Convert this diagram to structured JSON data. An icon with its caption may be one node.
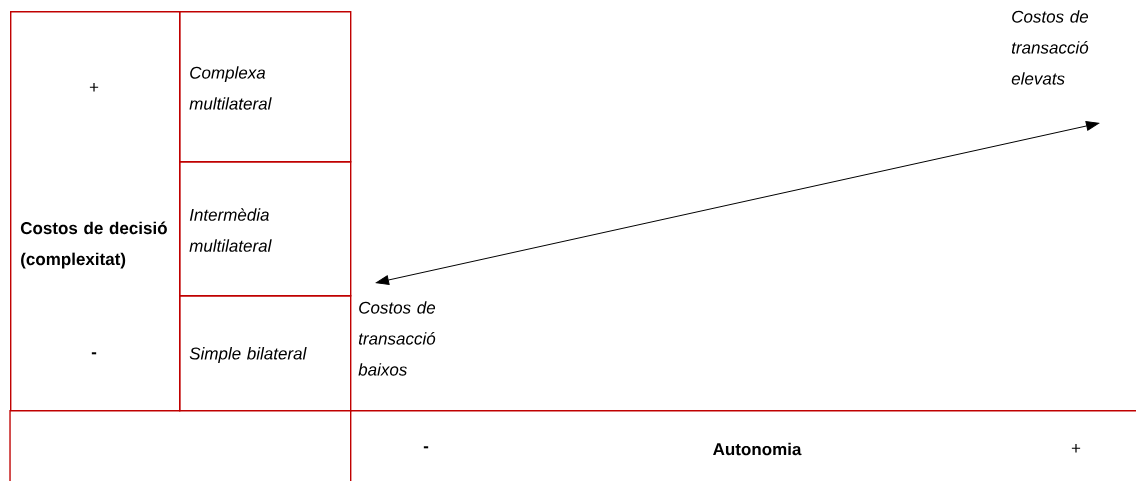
{
  "diagram": {
    "nodes": [
      {
        "text": [
          "+",
          "Costos de decisió (complexitat)",
          "-"
        ]
      },
      {
        "text": [
          "Complexa multilateral"
        ]
      },
      {
        "text": [
          "Intermèdia multilateral"
        ]
      },
      {
        "text": [
          "Simple bilateral"
        ]
      },
      {
        "text": [
          "Costos de transacció elevats"
        ]
      },
      {
        "text": [
          "Costos de transacció baixos"
        ]
      },
      {
        "text": [
          "-",
          "Autonomia",
          "+"
        ]
      }
    ],
    "edges": [
      {
        "from": 5,
        "to": 4,
        "arrow": "both"
      }
    ]
  }
}
